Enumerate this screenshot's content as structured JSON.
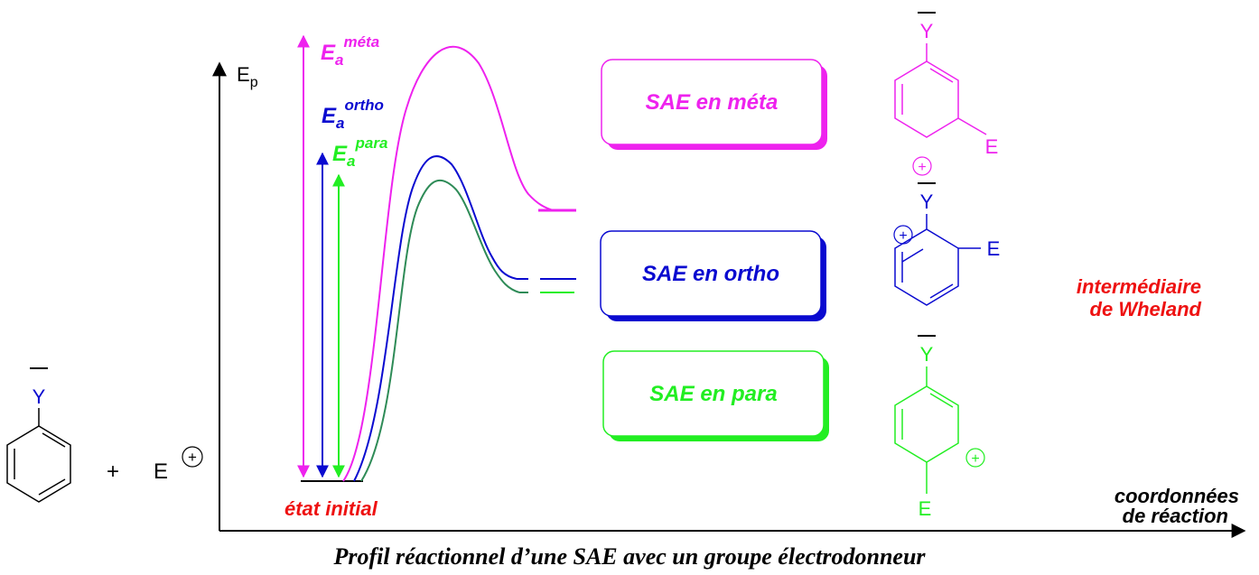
{
  "colors": {
    "meta": "#ee22ee",
    "ortho": "#0a0ad0",
    "para": "#22ee22",
    "para_curve": "#2e8b57",
    "red": "#ee1111",
    "black": "#000000"
  },
  "axes": {
    "y_label_main": "E",
    "y_label_sub": "p",
    "x_label_line1": "coordonnées",
    "x_label_line2": "de réaction"
  },
  "energy_labels": {
    "meta_main": "E",
    "meta_sub": "a",
    "meta_sup": "méta",
    "ortho_main": "E",
    "ortho_sub": "a",
    "ortho_sup": "ortho",
    "para_main": "E",
    "para_sub": "a",
    "para_sup": "para"
  },
  "initial_state_label": "état initial",
  "boxes": {
    "meta": "SAE en méta",
    "ortho": "SAE en ortho",
    "para": "SAE en para"
  },
  "reactants": {
    "substituent": "Y",
    "plus": "+",
    "electrophile": "E",
    "charge": "+"
  },
  "intermediates": {
    "meta": {
      "substituent": "Y",
      "electrophile": "E",
      "charge": "+"
    },
    "ortho": {
      "substituent": "Y",
      "electrophile": "E",
      "charge": "+"
    },
    "para": {
      "substituent": "Y",
      "electrophile": "E",
      "charge": "+"
    }
  },
  "wheland_line1": "intermédiaire",
  "wheland_line2": "de Wheland",
  "caption": "Profil réactionnel d’une SAE avec un groupe électrodonneur"
}
